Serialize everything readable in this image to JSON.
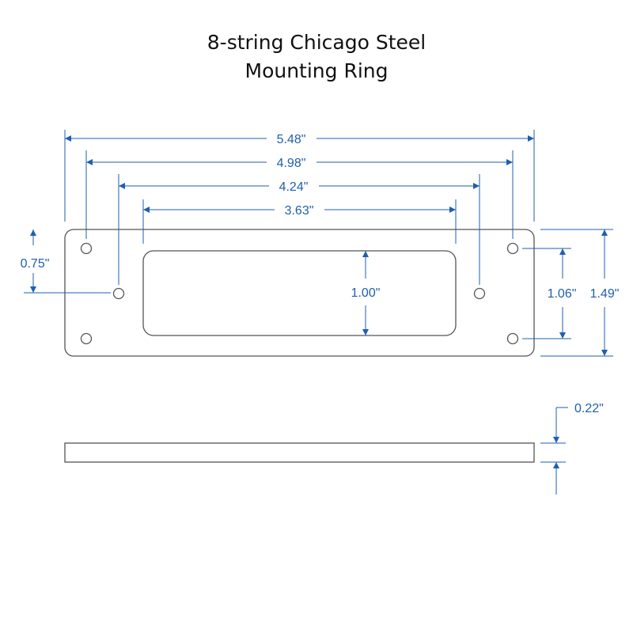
{
  "title": {
    "line1": "8-string Chicago Steel",
    "line2": "Mounting Ring"
  },
  "dimensions": {
    "overall_length": "5.48\"",
    "outer_hole_spacing": "4.98\"",
    "inner_hole_spacing": "4.24\"",
    "opening_length": "3.63\"",
    "hole_offset": "0.75\"",
    "opening_width": "1.00\"",
    "corner_hole_spacing": "1.06\"",
    "overall_width": "1.49\"",
    "thickness": "0.22\""
  },
  "colors": {
    "dimension": "#1f5fb0",
    "outline": "#555555"
  }
}
